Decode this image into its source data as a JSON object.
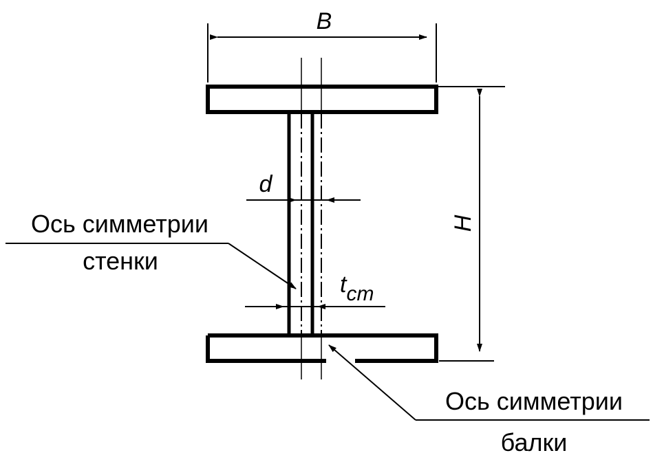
{
  "labels": {
    "width": "B",
    "height": "H",
    "spacing": "d",
    "wall_thickness_main": "t",
    "wall_thickness_sub": "cm",
    "web_axis_line1": "Ось симметрии",
    "web_axis_line2": "стенки",
    "beam_axis_line1": "Ось симметрии",
    "beam_axis_line2": "балки"
  },
  "colors": {
    "stroke": "#000000",
    "background": "#ffffff"
  }
}
